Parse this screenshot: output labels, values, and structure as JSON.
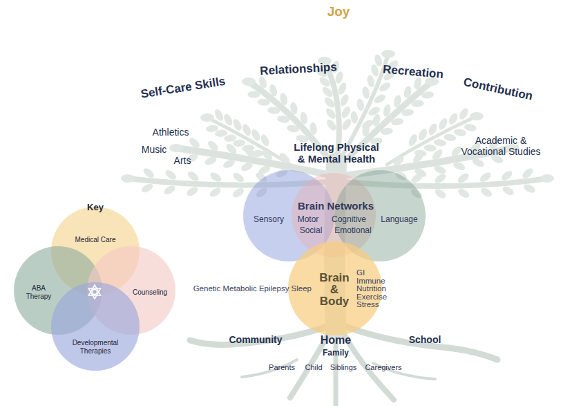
{
  "diagram": {
    "nodes": [
      {
        "text": [
          "Sensory"
        ]
      },
      {
        "text": [
          "Brain Networks",
          "Motor",
          "Cognitive",
          "Social",
          "Emotional"
        ]
      },
      {
        "text": [
          "Language"
        ]
      },
      {
        "text": [
          "Genetic Metabolic Epilepsy Sleep",
          "Brain & Body",
          "GI Immune Nutrition Exercise Stress"
        ]
      }
    ],
    "labels": [
      "Joy",
      "Self-Care Skills",
      "Relationships",
      "Recreation",
      "Contribution",
      "Athletics",
      "Music",
      "Arts",
      "Lifelong Physical & Mental Health",
      "Academic & Vocational Studies",
      "Community",
      "Home",
      "Family",
      "School",
      "Parents",
      "Child",
      "Siblings",
      "Caregivers",
      "Key"
    ],
    "legend": [
      {
        "text": "Medical Care",
        "color": "#f6d28c"
      },
      {
        "text": "ABA Therapy",
        "color": "#8fae9f"
      },
      {
        "text": "Counseling",
        "color": "#f3c9c5"
      },
      {
        "text": "Developmental Therapies",
        "color": "#9aa6dc"
      }
    ]
  }
}
